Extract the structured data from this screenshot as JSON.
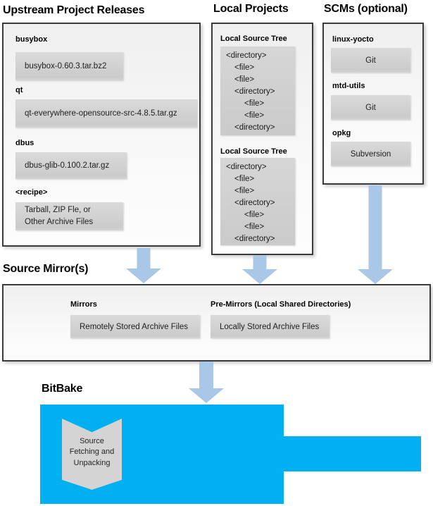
{
  "colors": {
    "accent_cyan": "#00b0f0",
    "arrow_blue": "#a9c7e6"
  },
  "upstream": {
    "title": "Upstream Project Releases",
    "items": [
      {
        "label": "busybox",
        "value": "busybox-0.60.3.tar.bz2"
      },
      {
        "label": "qt",
        "value": "qt-everywhere-opensource-src-4.8.5.tar.gz"
      },
      {
        "label": "dbus",
        "value": "dbus-glib-0.100.2.tar.gz"
      },
      {
        "label": "<recipe>",
        "value": "Tarball, ZIP Fle, or\nOther Archive Files"
      }
    ]
  },
  "local_projects": {
    "title": "Local Projects",
    "trees": [
      {
        "label": "Local Source Tree",
        "lines": [
          {
            "text": "<directory>",
            "indent": 0
          },
          {
            "text": "<file>",
            "indent": 1
          },
          {
            "text": "<file>",
            "indent": 1
          },
          {
            "text": "<directory>",
            "indent": 1
          },
          {
            "text": "<file>",
            "indent": 2
          },
          {
            "text": "<file>",
            "indent": 2
          },
          {
            "text": "<directory>",
            "indent": 1
          }
        ]
      },
      {
        "label": "Local Source Tree",
        "lines": [
          {
            "text": "<directory>",
            "indent": 0
          },
          {
            "text": "<file>",
            "indent": 1
          },
          {
            "text": "<file>",
            "indent": 1
          },
          {
            "text": "<directory>",
            "indent": 1
          },
          {
            "text": "<file>",
            "indent": 2
          },
          {
            "text": "<file>",
            "indent": 2
          },
          {
            "text": "<directory>",
            "indent": 1
          }
        ]
      }
    ]
  },
  "scms": {
    "title": "SCMs (optional)",
    "items": [
      {
        "label": "linux-yocto",
        "value": "Git"
      },
      {
        "label": "mtd-utils",
        "value": "Git"
      },
      {
        "label": "opkg",
        "value": "Subversion"
      }
    ]
  },
  "source_mirrors": {
    "title": "Source Mirror(s)",
    "mirrors": {
      "label": "Mirrors",
      "value": "Remotely Stored Archive Files"
    },
    "premirrors": {
      "label": "Pre-Mirrors (Local Shared Directories)",
      "value": "Locally Stored Archive Files"
    }
  },
  "bitbake": {
    "title": "BitBake",
    "process": "Source Fetching and\nUnpacking"
  }
}
